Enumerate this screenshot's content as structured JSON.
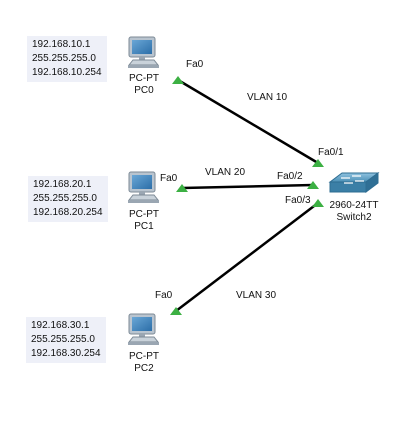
{
  "devices": {
    "pc0": {
      "type": "PC-PT",
      "name": "PC0",
      "ip": "192.168.10.1",
      "mask": "255.255.255.0",
      "gateway": "192.168.10.254",
      "port": "Fa0"
    },
    "pc1": {
      "type": "PC-PT",
      "name": "PC1",
      "ip": "192.168.20.1",
      "mask": "255.255.255.0",
      "gateway": "192.168.20.254",
      "port": "Fa0"
    },
    "pc2": {
      "type": "PC-PT",
      "name": "PC2",
      "ip": "192.168.30.1",
      "mask": "255.255.255.0",
      "gateway": "192.168.30.254",
      "port": "Fa0"
    },
    "switch2": {
      "type": "2960-24TT",
      "name": "Switch2",
      "ports": [
        "Fa0/1",
        "Fa0/2",
        "Fa0/3"
      ]
    }
  },
  "links": [
    {
      "vlan": "VLAN 10",
      "from": "pc0",
      "to": "switch2"
    },
    {
      "vlan": "VLAN 20",
      "from": "pc1",
      "to": "switch2"
    },
    {
      "vlan": "VLAN 30",
      "from": "pc2",
      "to": "switch2"
    }
  ],
  "colors": {
    "link": "#000000",
    "port_up": "#3cb043",
    "note_bg": "#eef0f8",
    "switch": "#4a8fb5"
  }
}
